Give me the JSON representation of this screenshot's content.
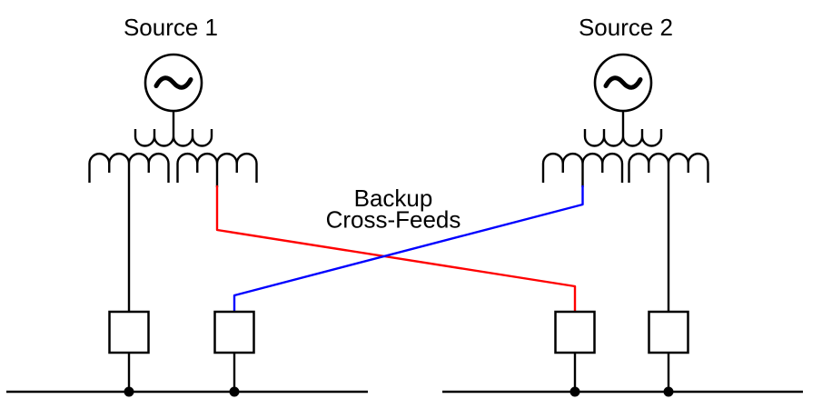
{
  "labels": {
    "source_1": "Source 1",
    "source_2": "Source 2",
    "cross_feeds_line_1": "Backup",
    "cross_feeds_line_2": "Cross-Feeds"
  },
  "colors": {
    "wire": "#000000",
    "background": "#ffffff",
    "cross_feed_red": "#ff0000",
    "cross_feed_blue": "#0000ff"
  },
  "icons": {
    "generator": "ac-source-icon",
    "transformer": "winding-coil-icon",
    "breaker": "breaker-square-icon",
    "bus_junction": "junction-dot-icon"
  }
}
